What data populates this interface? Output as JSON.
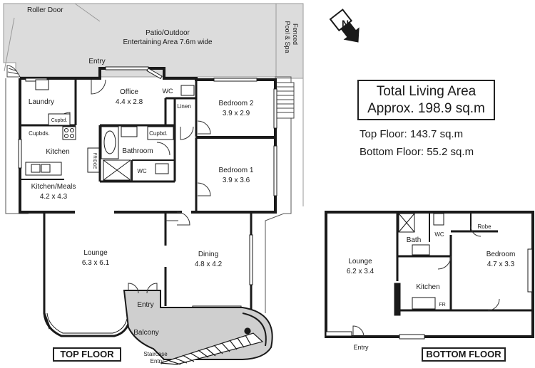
{
  "summary": {
    "title_line1": "Total Living Area",
    "title_line2": "Approx. 198.9 sq.m",
    "top_floor": "Top Floor: 143.7 sq.m",
    "bottom_floor": "Bottom Floor: 55.2 sq.m"
  },
  "floors": {
    "top_label": "TOP FLOOR",
    "bottom_label": "BOTTOM FLOOR"
  },
  "compass": {
    "letter": "N"
  },
  "outdoor": {
    "roller_door": "Roller Door",
    "patio_line1": "Patio/Outdoor",
    "patio_line2": "Entertaining Area 7.6m wide",
    "fenced_line1": "Fenced",
    "fenced_line2": "Pool & Spa",
    "balcony": "Balcony",
    "staircase_line1": "Staircase",
    "staircase_line2": "Entry"
  },
  "top_rooms": {
    "entry_top": "Entry",
    "laundry": "Laundry",
    "office_name": "Office",
    "office_size": "4.4 x 2.8",
    "wc_upper": "WC",
    "linen": "Linen",
    "bed2_name": "Bedroom 2",
    "bed2_size": "3.9 x 2.9",
    "cupbd_laundry": "Cupbd.",
    "cupbds_kitchen": "Cupbds.",
    "cupbd_bath": "Cupbd.",
    "kitchen": "Kitchen",
    "bathroom": "Bathroom",
    "fridge": "FRIDGE",
    "wc_bath": "WC",
    "bed1_name": "Bedroom 1",
    "bed1_size": "3.9 x 3.6",
    "kitchen_meals_name": "Kitchen/Meals",
    "kitchen_meals_size": "4.2 x 4.3",
    "lounge_name": "Lounge",
    "lounge_size": "6.3 x 6.1",
    "dining_name": "Dining",
    "dining_size": "4.8 x 4.2",
    "entry_bottom": "Entry"
  },
  "bottom_rooms": {
    "robe": "Robe",
    "bath": "Bath",
    "wc": "WC",
    "lounge_name": "Lounge",
    "lounge_size": "6.2 x 3.4",
    "bedroom_name": "Bedroom",
    "bedroom_size": "4.7 x 3.3",
    "kitchen": "Kitchen",
    "fr": "FR",
    "entry": "Entry"
  }
}
